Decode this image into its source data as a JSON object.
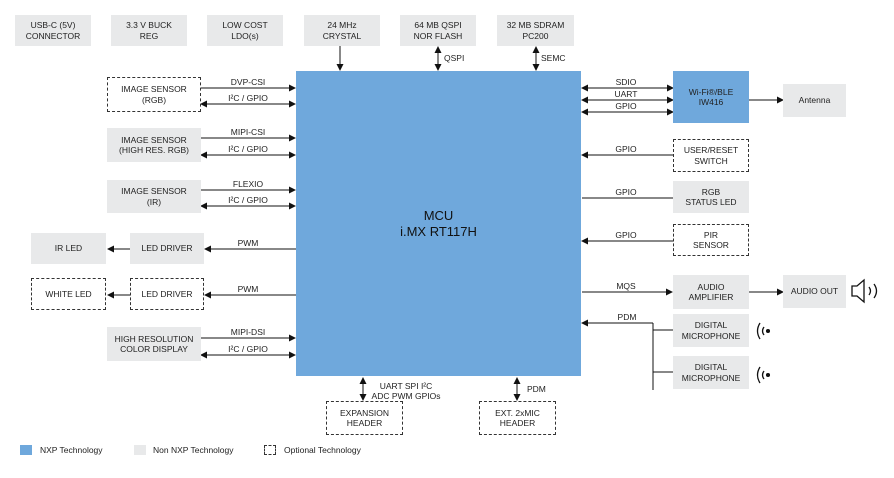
{
  "top_blocks": [
    {
      "label": "USB-C (5V)\nCONNECTOR"
    },
    {
      "label": "3.3 V BUCK\nREG"
    },
    {
      "label": "LOW COST\nLDO(s)"
    },
    {
      "label": "24 MHz\nCRYSTAL"
    },
    {
      "label": "64 MB QSPI\nNOR FLASH"
    },
    {
      "label": "32 MB SDRAM\nPC200"
    }
  ],
  "mcu": {
    "line1": "MCU",
    "line2": "i.MX RT117H"
  },
  "left_blocks": {
    "sensor_rgb": "IMAGE SENSOR\n(RGB)",
    "sensor_high": "IMAGE SENSOR\n(HIGH RES. RGB)",
    "sensor_ir": "IMAGE SENSOR\n(IR)",
    "ir_led": "IR LED",
    "led_driver_1": "LED DRIVER",
    "white_led": "WHITE LED",
    "led_driver_2": "LED DRIVER",
    "display": "HIGH RESOLUTION\nCOLOR DISPLAY"
  },
  "right_blocks": {
    "wifi": "Wi-Fi®/BLE\nIW416",
    "antenna": "Antenna",
    "user_switch": "USER/RESET\nSWITCH",
    "rgb_led": "RGB\nSTATUS LED",
    "pir": "PIR\nSENSOR",
    "audio_amp": "AUDIO\nAMPLIFIER",
    "audio_out": "AUDIO OUT",
    "mic1": "DIGITAL\nMICROPHONE",
    "mic2": "DIGITAL\nMICROPHONE"
  },
  "bottom_blocks": {
    "expansion": "EXPANSION\nHEADER",
    "ext_mic": "EXT. 2xMIC\nHEADER"
  },
  "bus_labels": {
    "qspi": "QSPI",
    "semc": "SEMC",
    "dvp_csi": "DVP-CSI",
    "i2c_gpio_1": "I²C / GPIO",
    "mipi_csi": "MIPI-CSI",
    "i2c_gpio_2": "I²C / GPIO",
    "flexio": "FLEXIO",
    "i2c_gpio_3": "I²C / GPIO",
    "pwm_1": "PWM",
    "pwm_2": "PWM",
    "mipi_dsi": "MIPI-DSI",
    "i2c_gpio_4": "I²C / GPIO",
    "sdio": "SDIO",
    "uart": "UART",
    "gpio_wifi": "GPIO",
    "gpio_switch": "GPIO",
    "gpio_led": "GPIO",
    "gpio_pir": "GPIO",
    "mqs": "MQS",
    "pdm": "PDM",
    "expansion_bus": "UART SPI I²C\nADC PWM GPIOs",
    "pdm_ext": "PDM"
  },
  "legend": [
    {
      "label": "NXP Technology",
      "color": "#6fa8dc"
    },
    {
      "label": "Non NXP Technology",
      "color": "#e8e9ea"
    },
    {
      "label": "Optional Technology",
      "color": "#ffffff"
    }
  ]
}
